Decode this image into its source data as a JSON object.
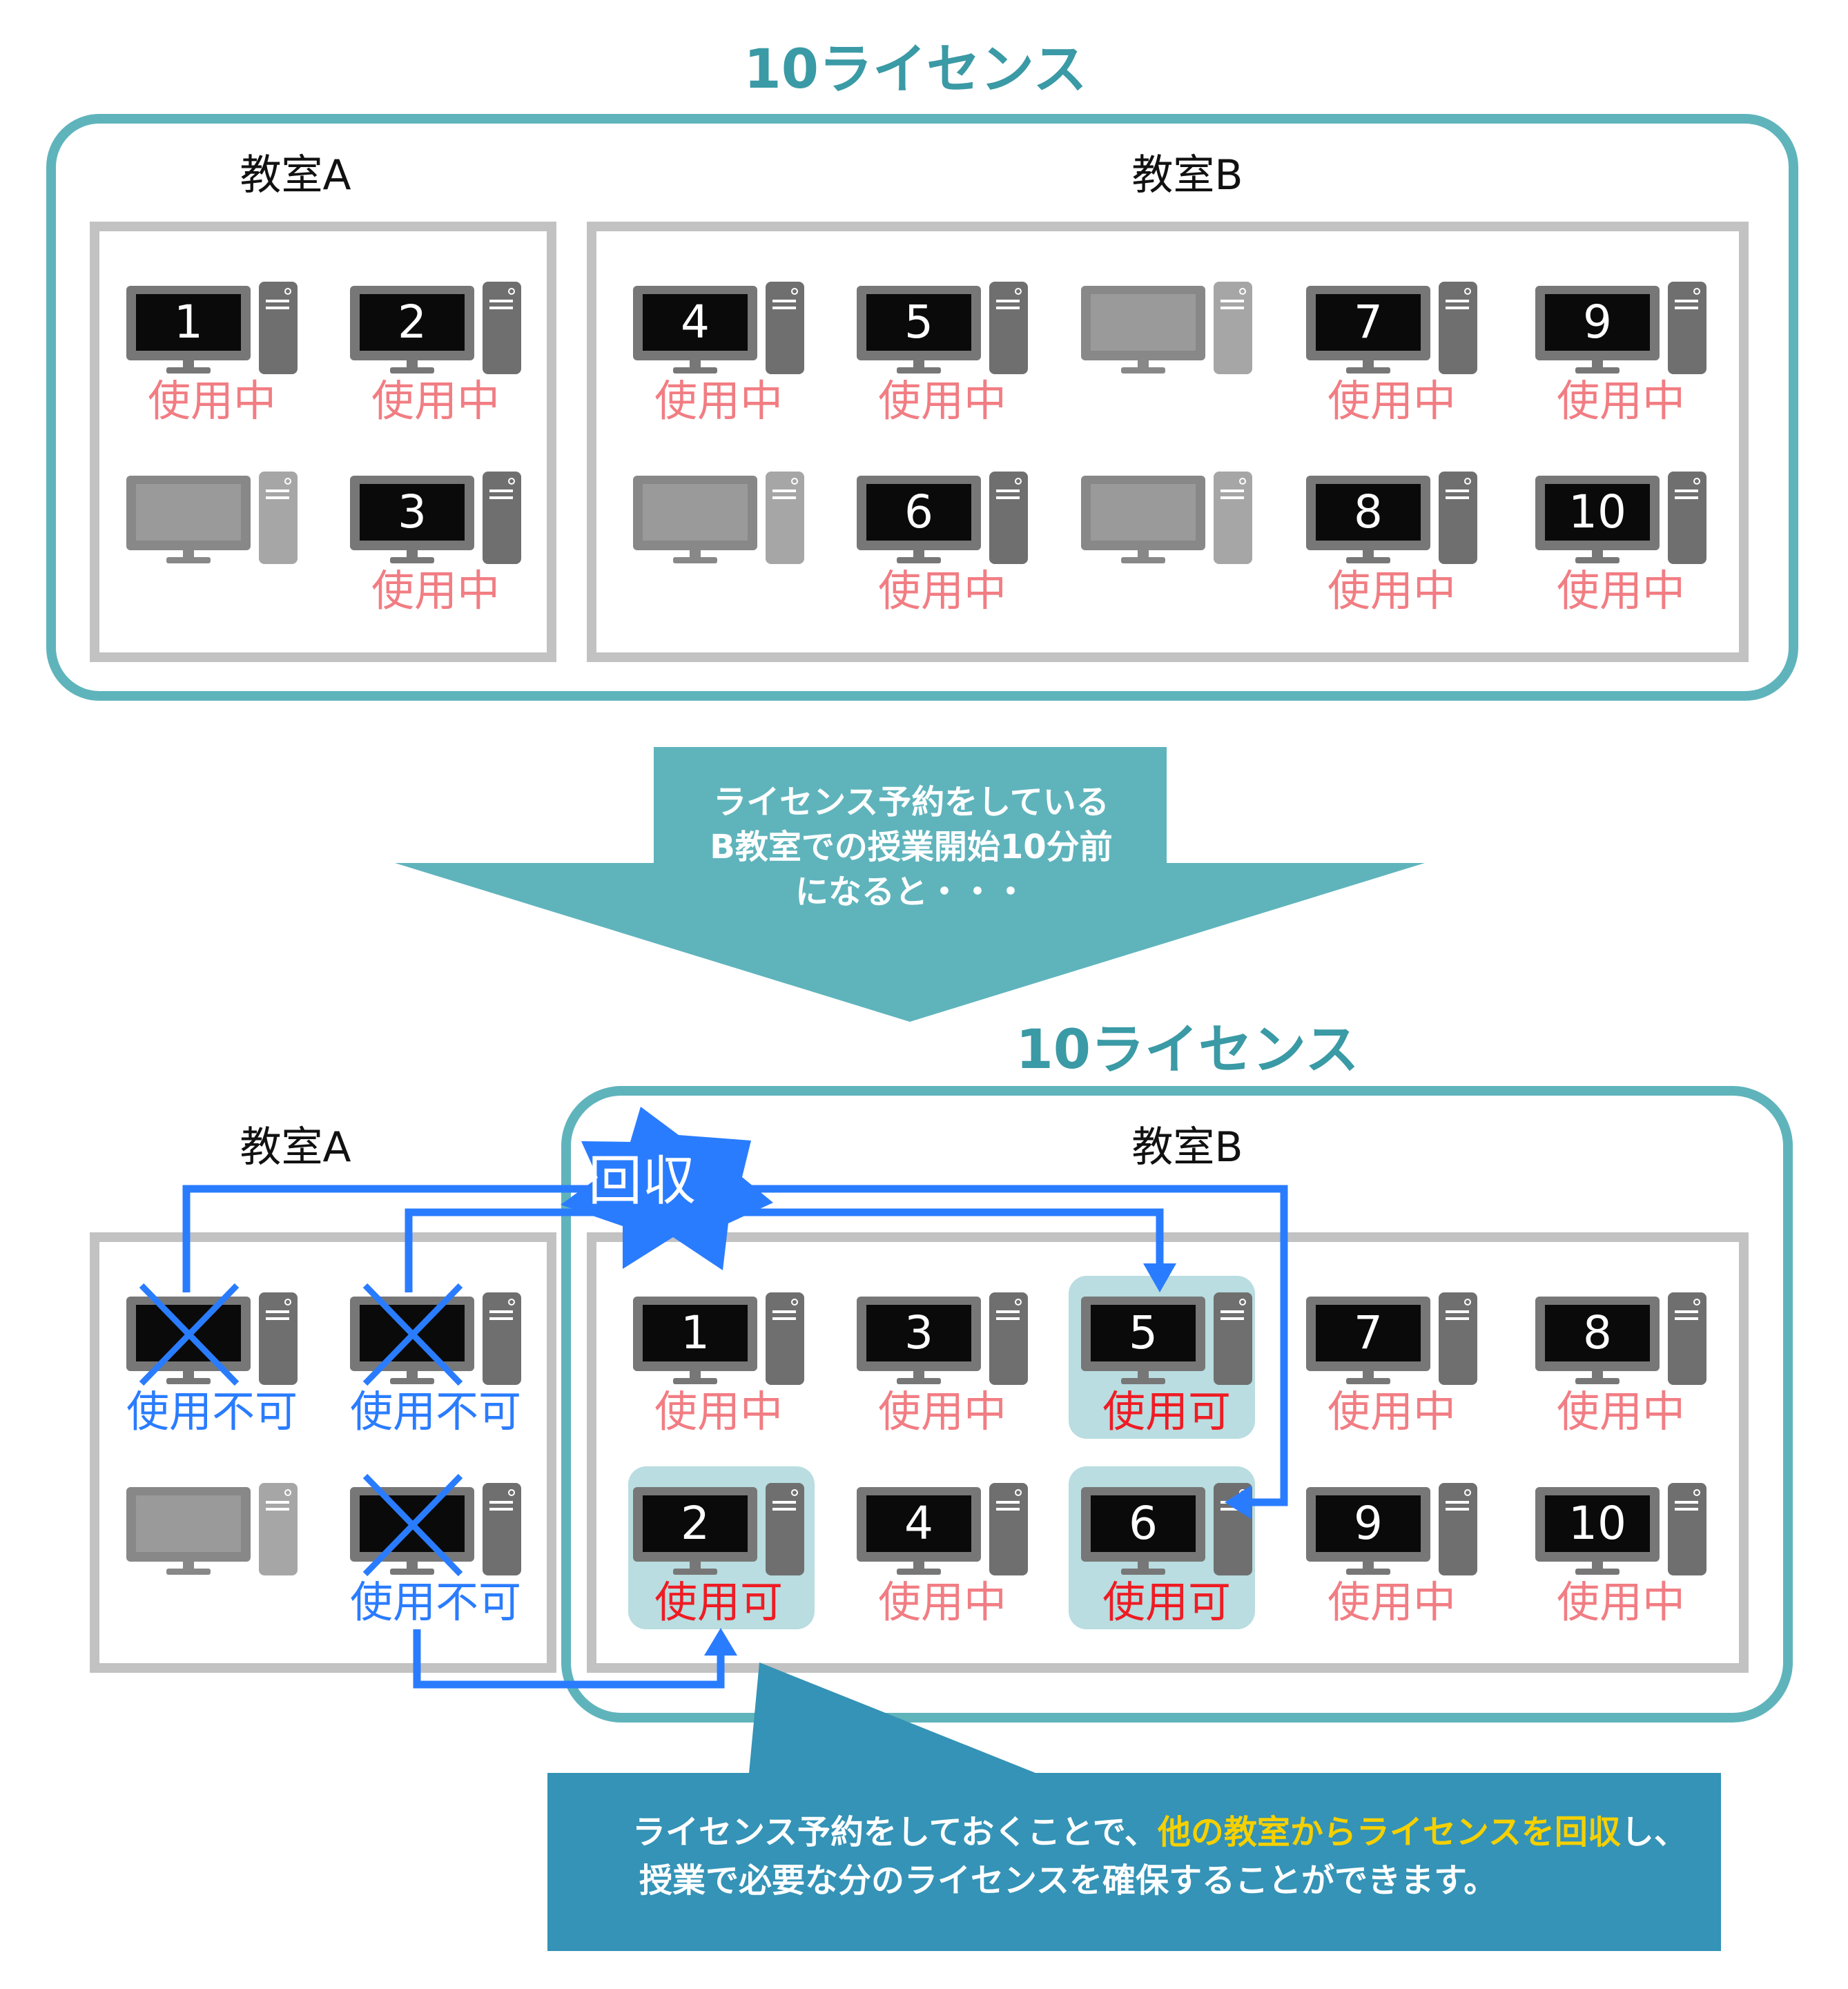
{
  "colors": {
    "teal": "#5fb4bc",
    "teal_text": "#3a9aa5",
    "dark_teal": "#3493b6",
    "room_border": "#c2c2c2",
    "monitor_frame": "#777777",
    "monitor_off": "#9a9a9a",
    "screen_on": "#0a0a0a",
    "status_in_use": "#f17d83",
    "status_available": "#ee1c24",
    "status_unavailable": "#2a7cff",
    "highlight_bg": "#b9dde0",
    "arrow_blue": "#2a7cff",
    "highlight_text": "#f5d000"
  },
  "top": {
    "license_title": "10ライセンス",
    "room_a": {
      "title": "教室A",
      "pcs": [
        {
          "num": "1",
          "on": true,
          "status": "使用中",
          "status_type": "in_use"
        },
        {
          "num": "2",
          "on": true,
          "status": "使用中",
          "status_type": "in_use"
        },
        {
          "num": "",
          "on": false,
          "status": "",
          "status_type": "none"
        },
        {
          "num": "3",
          "on": true,
          "status": "使用中",
          "status_type": "in_use"
        }
      ]
    },
    "room_b": {
      "title": "教室B",
      "pcs": [
        {
          "num": "4",
          "on": true,
          "status": "使用中",
          "status_type": "in_use"
        },
        {
          "num": "5",
          "on": true,
          "status": "使用中",
          "status_type": "in_use"
        },
        {
          "num": "",
          "on": false,
          "status": "",
          "status_type": "none"
        },
        {
          "num": "7",
          "on": true,
          "status": "使用中",
          "status_type": "in_use"
        },
        {
          "num": "9",
          "on": true,
          "status": "使用中",
          "status_type": "in_use"
        },
        {
          "num": "",
          "on": false,
          "status": "",
          "status_type": "none"
        },
        {
          "num": "6",
          "on": true,
          "status": "使用中",
          "status_type": "in_use"
        },
        {
          "num": "",
          "on": false,
          "status": "",
          "status_type": "none"
        },
        {
          "num": "8",
          "on": true,
          "status": "使用中",
          "status_type": "in_use"
        },
        {
          "num": "10",
          "on": true,
          "status": "使用中",
          "status_type": "in_use"
        }
      ]
    }
  },
  "transition": {
    "lines": [
      "ライセンス予約をしている",
      "B教室での授業開始10分前",
      "になると・・・"
    ]
  },
  "bottom": {
    "license_title": "10ライセンス",
    "recover_label": "回収",
    "room_a": {
      "title": "教室A",
      "pcs": [
        {
          "num": "",
          "on": true,
          "crossed": true,
          "status": "使用不可",
          "status_type": "unavailable"
        },
        {
          "num": "",
          "on": true,
          "crossed": true,
          "status": "使用不可",
          "status_type": "unavailable"
        },
        {
          "num": "",
          "on": false,
          "crossed": false,
          "status": "",
          "status_type": "none"
        },
        {
          "num": "",
          "on": true,
          "crossed": true,
          "status": "使用不可",
          "status_type": "unavailable"
        }
      ]
    },
    "room_b": {
      "title": "教室B",
      "pcs": [
        {
          "num": "1",
          "on": true,
          "status": "使用中",
          "status_type": "in_use"
        },
        {
          "num": "3",
          "on": true,
          "status": "使用中",
          "status_type": "in_use"
        },
        {
          "num": "5",
          "on": true,
          "status": "使用可",
          "status_type": "available",
          "highlight": true
        },
        {
          "num": "7",
          "on": true,
          "status": "使用中",
          "status_type": "in_use"
        },
        {
          "num": "8",
          "on": true,
          "status": "使用中",
          "status_type": "in_use"
        },
        {
          "num": "2",
          "on": true,
          "status": "使用可",
          "status_type": "available",
          "highlight": true
        },
        {
          "num": "4",
          "on": true,
          "status": "使用中",
          "status_type": "in_use"
        },
        {
          "num": "6",
          "on": true,
          "status": "使用可",
          "status_type": "available",
          "highlight": true
        },
        {
          "num": "9",
          "on": true,
          "status": "使用中",
          "status_type": "in_use"
        },
        {
          "num": "10",
          "on": true,
          "status": "使用中",
          "status_type": "in_use"
        }
      ]
    }
  },
  "callout": {
    "line1_pre": "ライセンス予約をしておくことで、",
    "line1_highlight": "他の教室からライセンスを回収",
    "line1_post": "し、",
    "line2": "授業で必要な分のライセンスを確保することができます。"
  }
}
